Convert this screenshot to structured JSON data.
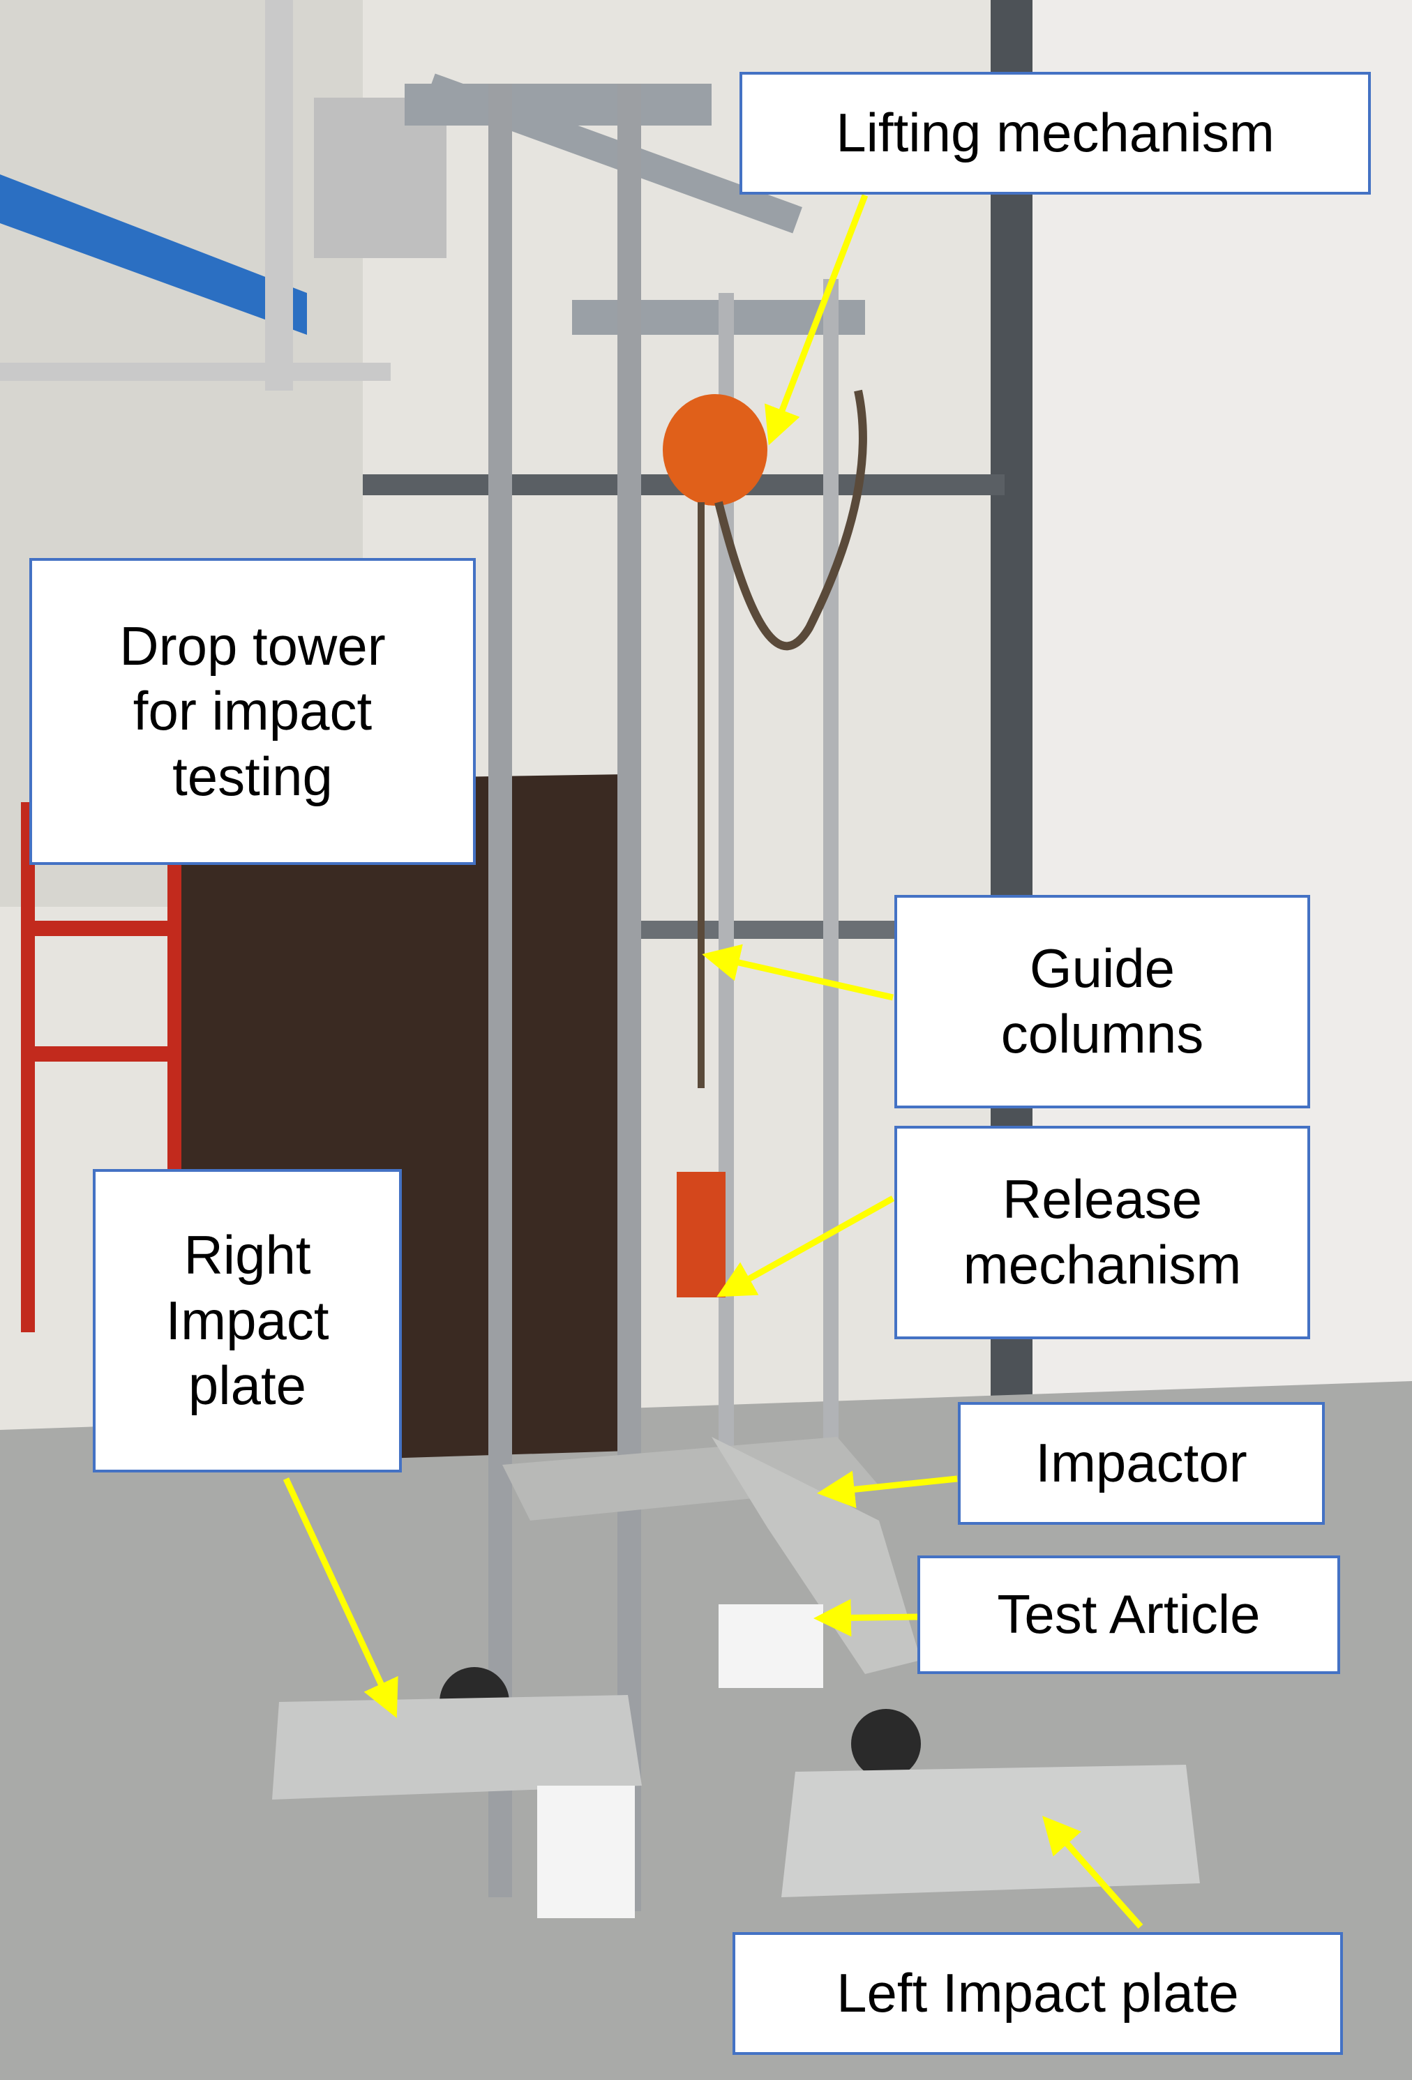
{
  "labels": {
    "lifting": "Lifting mechanism",
    "drop_tower": "Drop tower\nfor impact\ntesting",
    "guide": "Guide\ncolumns",
    "release": "Release\nmechanism",
    "right_plate": "Right\nImpact\nplate",
    "impactor": "Impactor",
    "test_article": "Test Article",
    "left_plate": "Left Impact plate"
  },
  "colors": {
    "callout_border": "#4472c4",
    "arrow": "#ffff00",
    "hoist": "#e0601a"
  }
}
